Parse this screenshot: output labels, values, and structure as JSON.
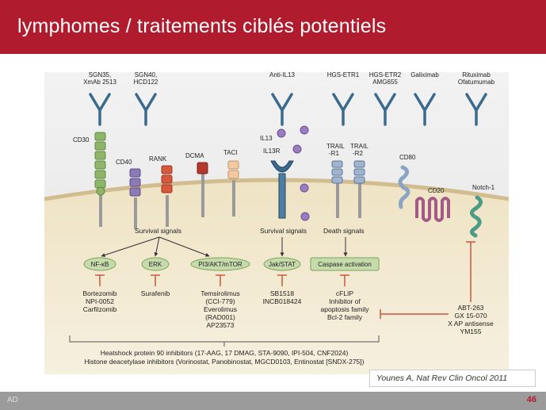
{
  "header": {
    "title": "lymphomes / traitements ciblés potentiels"
  },
  "footer": {
    "left": "AD",
    "page": "46"
  },
  "citation": "Younes A, Nat Rev Clin Oncol 2011",
  "colors": {
    "header": "#b01c2e",
    "membrane": "#d8c9a8",
    "antibody": "#3b6b8c",
    "pill": "#c6dbab"
  },
  "diagram": {
    "antibodies": [
      {
        "line1": "SGN35,",
        "line2": "XmAb 2513"
      },
      {
        "line1": "SGN40,",
        "line2": "HCD122"
      },
      {
        "line1": "Anti-IL13",
        "line2": ""
      },
      {
        "line1": "HGS-ETR1",
        "line2": ""
      },
      {
        "line1": "HGS-ETR2",
        "line2": "AMG655"
      },
      {
        "line1": "Galiximab",
        "line2": ""
      },
      {
        "line1": "Rituximab",
        "line2": "Ofatumumab"
      }
    ],
    "receptors": {
      "cd30": "CD30",
      "cd40": "CD40",
      "rank": "RANK",
      "dcma": "DCMA",
      "taci": "TACI",
      "il13": "IL13",
      "il13r": "IL13R",
      "trail_r1_l1": "TRAIL",
      "trail_r1_l2": "-R1",
      "trail_r2_l1": "TRAIL",
      "trail_r2_l2": "-R2",
      "cd80": "CD80",
      "cd20": "CD20",
      "notch1": "Notch-1"
    },
    "signals": {
      "survival1": "Survival signals",
      "survival2": "Survival signals",
      "death": "Death signals"
    },
    "pathways": {
      "nfkb": "NF-κB",
      "erk": "ERK",
      "pi3k": "PI3/AKT/mTOR",
      "jak": "Jak/STAT",
      "caspase": "Caspase activation"
    },
    "drugs": {
      "nfkb": [
        "Bortezomib",
        "NPI-0052",
        "Carfilzomib"
      ],
      "erk": [
        "Surafenib"
      ],
      "pi3k": [
        "Temsirolimus",
        "(CCI-779)",
        "Everolimus",
        "(RAD001)",
        "AP23573"
      ],
      "jak": [
        "SB1518",
        "INCB018424"
      ],
      "caspase": [
        "cFLIP",
        "Inhibitor of",
        "apoptosis family",
        "Bcl-2 family"
      ],
      "right": [
        "ABT-263",
        "GX 15-070",
        "X AP antisense",
        "YM155"
      ]
    },
    "bottom": [
      "Heatshock protein 90 inhibitors (17-AAG, 17 DMAG, STA-9090, IPI-504, CNF2024)",
      "Histone deacetylase inhibitors (Vorinostat, Panobinostat, MGCD0103, Entinostat [SNDX-275])"
    ]
  }
}
